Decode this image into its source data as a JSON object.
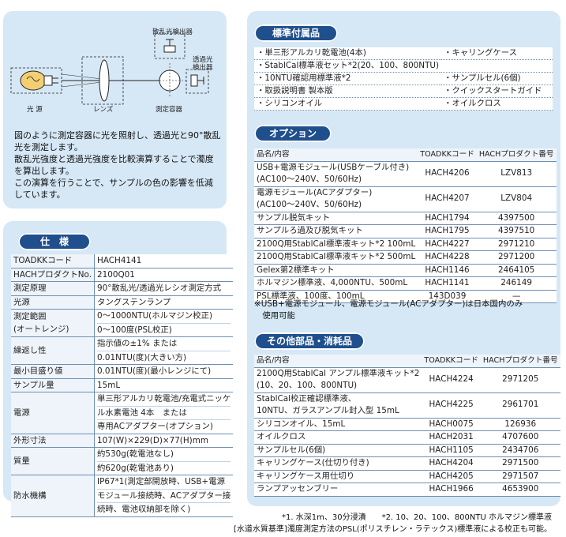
{
  "diagram": {
    "scatter_detector": "散乱光検出器",
    "transmitted_detector": "透過光\n検出器",
    "light_source": "光 源",
    "lens": "レンズ",
    "cuvette": "測定容器",
    "description": [
      "図のように測定容器に光を照射し、透過光と90°散乱",
      "光を測定します。",
      "散乱光強度と透過光強度を比較演算することで濁度",
      "を算出します。",
      "この演算を行うことで、サンプルの色の影響を低減",
      "しています。"
    ]
  },
  "specs": {
    "title": "仕　様",
    "rows": [
      [
        "TOADKKコード",
        [
          "HACH4141"
        ]
      ],
      [
        "HACHプロダクトNo.",
        [
          "2100Q01"
        ]
      ],
      [
        "測定原理",
        [
          "90°散乱光/透過光レシオ測定方式"
        ]
      ],
      [
        "光源",
        [
          "タングステンランプ"
        ]
      ],
      [
        "測定範囲\n(オートレンジ)",
        [
          "0～1000NTU(ホルマジン校正)",
          "0～100度(PSL校正)"
        ]
      ],
      [
        "繰返し性",
        [
          "指示値の±1% または",
          "0.01NTU(度)(大きい方)"
        ]
      ],
      [
        "最小目盛り値",
        [
          "0.01NTU(度)(最小レンジにて)"
        ]
      ],
      [
        "サンプル量",
        [
          "15mL"
        ]
      ],
      [
        "電源",
        [
          "単三形アルカリ乾電池/充電式ニッケ",
          "ル水素電池 4本　または",
          "専用ACアダプター(オプション)"
        ]
      ],
      [
        "外形寸法",
        [
          "107(W)×229(D)×77(H)mm"
        ]
      ],
      [
        "質量",
        [
          "約530g(乾電池なし)",
          "約620g(乾電池あり)"
        ]
      ],
      [
        "防水機構",
        [
          "IP67*1(測定部開放時、USB+電源",
          "モジュール接続時、ACアダプター接",
          "続時、電池収納部を除く)"
        ]
      ]
    ]
  },
  "accessories": {
    "title": "標準付属品",
    "rows": [
      [
        "・単三形アルカリ乾電池(4本)",
        "・キャリングケース"
      ],
      [
        "・StablCal標準液セット*2(20、100、800NTU)",
        ""
      ],
      [
        "・10NTU確認用標準液*2",
        "・サンプルセル(6個)"
      ],
      [
        "・取扱説明書 製本版",
        "・クイックスタートガイド"
      ],
      [
        "・シリコンオイル",
        "・オイルクロス"
      ]
    ]
  },
  "options": {
    "title": "オプション",
    "headers": [
      "品名/内容",
      "TOADKKコード",
      "HACHプロダクト番号"
    ],
    "rows": [
      [
        "USB+電源モジュール(USBケーブル付き)\n(AC100～240V、50/60Hz)",
        "HACH4206",
        "LZV813"
      ],
      [
        "電源モジュール(ACアダプター)\n(AC100～240V、50/60Hz)",
        "HACH4207",
        "LZV804"
      ],
      [
        "サンプル脱気キット",
        "HACH1794",
        "4397500"
      ],
      [
        "サンプルろ過及び脱気キット",
        "HACH1795",
        "4397510"
      ],
      [
        "2100Q用StablCal標準液キット*2 100mL",
        "HACH4227",
        "2971210"
      ],
      [
        "2100Q用StablCal標準液キット*2 500mL",
        "HACH4228",
        "2971200"
      ],
      [
        "Gelex第2標準キット",
        "HACH1146",
        "2464105"
      ],
      [
        "ホルマジン標準液、4,000NTU、500mL",
        "HACH1141",
        "246149"
      ],
      [
        "PSL標準液、100度、100mL",
        "143D039",
        "—"
      ]
    ],
    "note": "※USB+電源モジュール、電源モジュール(ACアダプター)は日本国内のみ\n　使用可能"
  },
  "parts": {
    "title": "その他部品・消耗品",
    "headers": [
      "品名/内容",
      "TOADKKコード",
      "HACHプロダクト番号"
    ],
    "rows": [
      [
        "2100Q用StablCal アンプル標準液キット*2\n(10、20、100、800NTU)",
        "HACH4224",
        "2971205"
      ],
      [
        "StablCal校正確認標準液、\n10NTU、ガラスアンプル封入型 15mL",
        "HACH4225",
        "2961701"
      ],
      [
        "シリコンオイル、15mL",
        "HACH0075",
        "126936"
      ],
      [
        "オイルクロス",
        "HACH2031",
        "4707600"
      ],
      [
        "サンプルセル(6個)",
        "HACH1105",
        "2434706"
      ],
      [
        "キャリングケース(仕切り付き)",
        "HACH4204",
        "2971500"
      ],
      [
        "キャリングケース用仕切り",
        "HACH4205",
        "2971507"
      ],
      [
        "ランプアッセンブリー",
        "HACH1966",
        "4653900"
      ]
    ]
  },
  "footnotes": {
    "line1": "*1. 水深1m、30分浸漬　　*2. 10、20、100、800NTU ホルマジン標準液",
    "line2": "[水道水質基準]濁度測定方法のPSL(ポリスチレン・ラテックス)標準液による校正も可能。"
  }
}
